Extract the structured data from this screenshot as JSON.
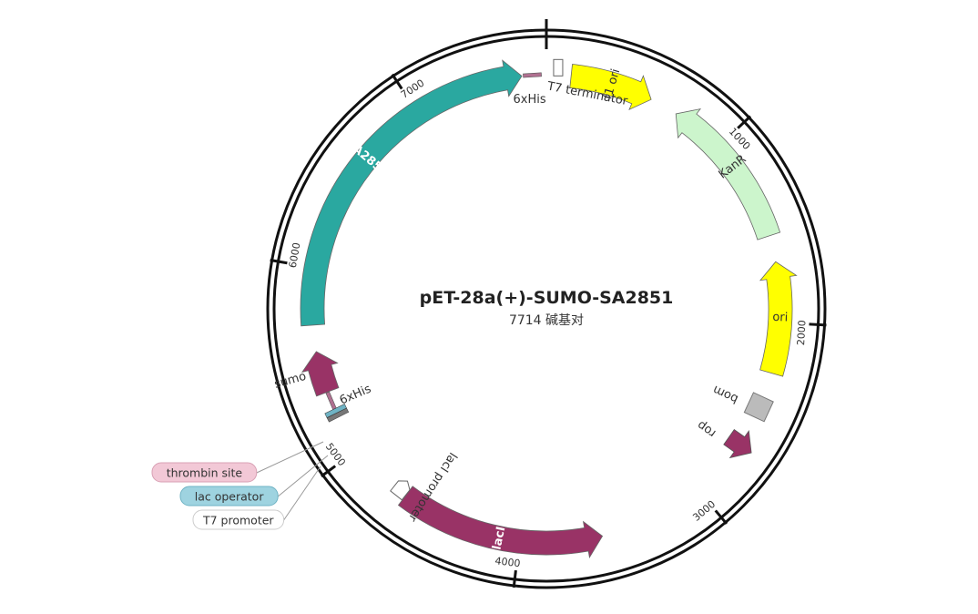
{
  "plasmid": {
    "name": "pET-28a(+)-SUMO-SA2851",
    "size_label": "7714 碱基对",
    "total_bp": 7714
  },
  "ticks": [
    {
      "bp": 0,
      "label": ""
    },
    {
      "bp": 1000,
      "label": "1000"
    },
    {
      "bp": 2000,
      "label": "2000"
    },
    {
      "bp": 3000,
      "label": "3000"
    },
    {
      "bp": 4000,
      "label": "4000"
    },
    {
      "bp": 5000,
      "label": "5000"
    },
    {
      "bp": 6000,
      "label": "6000"
    },
    {
      "bp": 7000,
      "label": "7000"
    }
  ],
  "features": [
    {
      "id": "f1-ori",
      "label": "f1 ori",
      "type": "arrow",
      "start": 130,
      "end": 570,
      "direction": "cw",
      "color": "#ffff00",
      "text_color": "#333333"
    },
    {
      "id": "kanr",
      "label": "KanR",
      "type": "arrow",
      "start": 720,
      "end": 1540,
      "direction": "ccw",
      "color": "#ccf5cc",
      "text_color": "#333333"
    },
    {
      "id": "ori",
      "label": "ori",
      "type": "arrow",
      "start": 1680,
      "end": 2270,
      "direction": "ccw",
      "color": "#ffff00",
      "text_color": "#333333"
    },
    {
      "id": "laci",
      "label": "lacI",
      "type": "arrow",
      "start": 3560,
      "end": 4650,
      "direction": "ccw",
      "color": "#993366",
      "text_color": "#ffffff"
    },
    {
      "id": "sumo",
      "label": "sumo",
      "type": "arrow",
      "start": 5340,
      "end": 5560,
      "direction": "cw",
      "color": "#993366",
      "text_color": "#333333"
    },
    {
      "id": "sa2851",
      "label": "SA2851",
      "type": "arrow",
      "start": 5700,
      "end": 7585,
      "direction": "cw",
      "color": "#2aa8a0",
      "text_color": "#ffffff"
    }
  ],
  "small_features": [
    {
      "id": "bom",
      "label": "bom",
      "type": "box",
      "bp": 2460,
      "color": "#bbbbbb"
    },
    {
      "id": "rop",
      "label": "rop",
      "type": "small-arrow",
      "bp": 2680,
      "color": "#993366"
    },
    {
      "id": "lacI-promoter",
      "label": "lacI promoter",
      "type": "promoter",
      "bp": 4680
    },
    {
      "id": "t7-terminator",
      "label": "T7 terminator",
      "type": "box-outline",
      "bp": 60
    },
    {
      "id": "his-top",
      "label": "6xHis",
      "type": "marker",
      "bp": 7640
    },
    {
      "id": "his-bottom",
      "label": "6xHis",
      "type": "marker",
      "bp": 5290
    }
  ],
  "external_labels": [
    {
      "id": "thrombin-site",
      "label": "thrombin site",
      "bg": "#f2c8d6",
      "border": "#d8a0b4"
    },
    {
      "id": "lac-operator",
      "label": "lac operator",
      "bg": "#9ed3e0",
      "border": "#6fb3c4"
    },
    {
      "id": "t7-promoter",
      "label": "T7 promoter",
      "bg": "#ffffff",
      "border": "#cccccc"
    }
  ]
}
